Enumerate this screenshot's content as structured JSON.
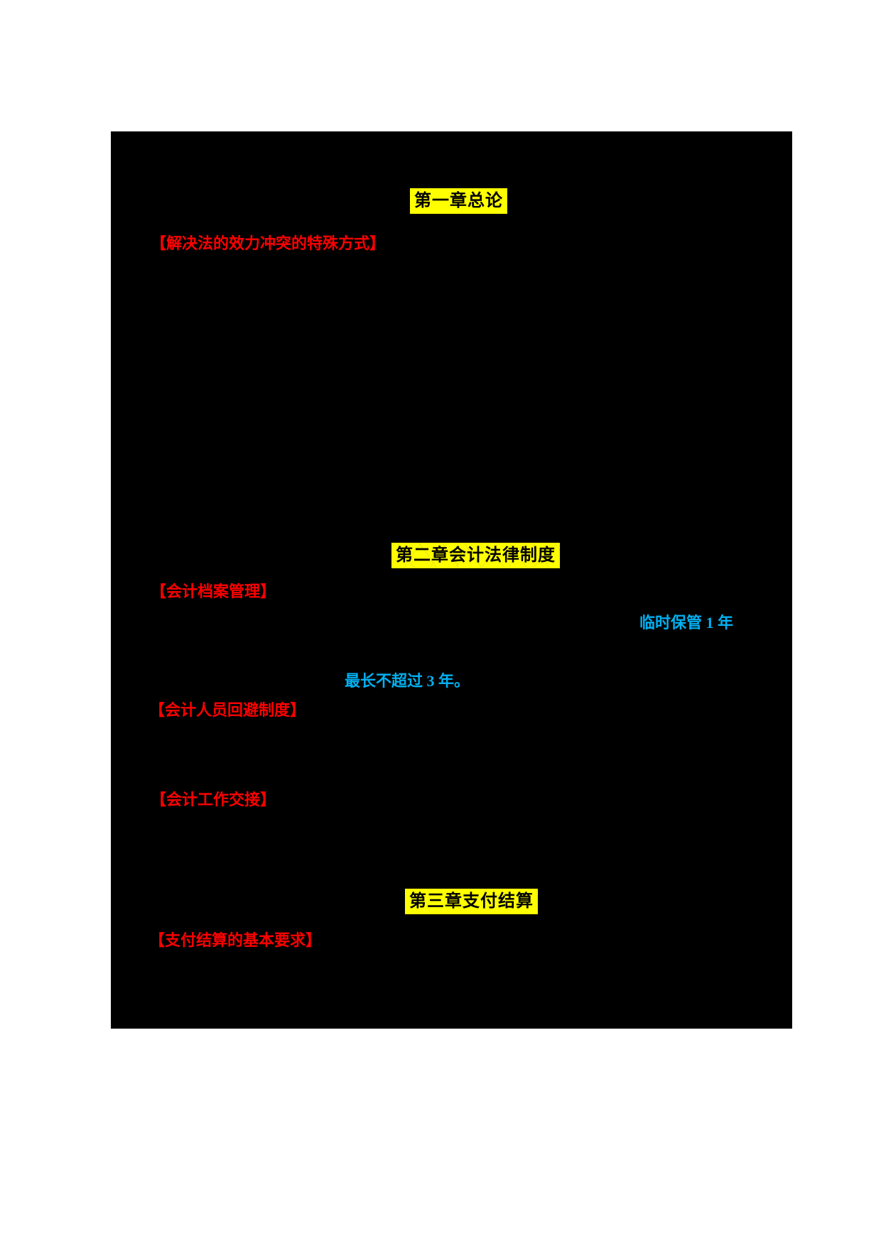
{
  "page": {
    "type": "study-notes-document-page",
    "margin_background": "#ffffff",
    "body_background": "#000000"
  },
  "colors": {
    "chapter_highlight": "#ffff00",
    "chapter_text": "#000000",
    "section_heading_red": "#ff0000",
    "emphasis_blue": "#00b0f0"
  },
  "content": {
    "chapter1": {
      "title": "第一章总论"
    },
    "section1": {
      "label": "【解决法的效力冲突的特殊方式】"
    },
    "chapter2": {
      "title": "第二章会计法律制度"
    },
    "section2": {
      "label": "【会计档案管理】"
    },
    "note1": {
      "text": "临时保管 1 年"
    },
    "note2": {
      "text": "最长不超过 3 年。"
    },
    "section3": {
      "label": "【会计人员回避制度】"
    },
    "section4": {
      "label": "【会计工作交接】"
    },
    "chapter3": {
      "title": "第三章支付结算"
    },
    "section5": {
      "label": "【支付结算的基本要求】"
    }
  }
}
